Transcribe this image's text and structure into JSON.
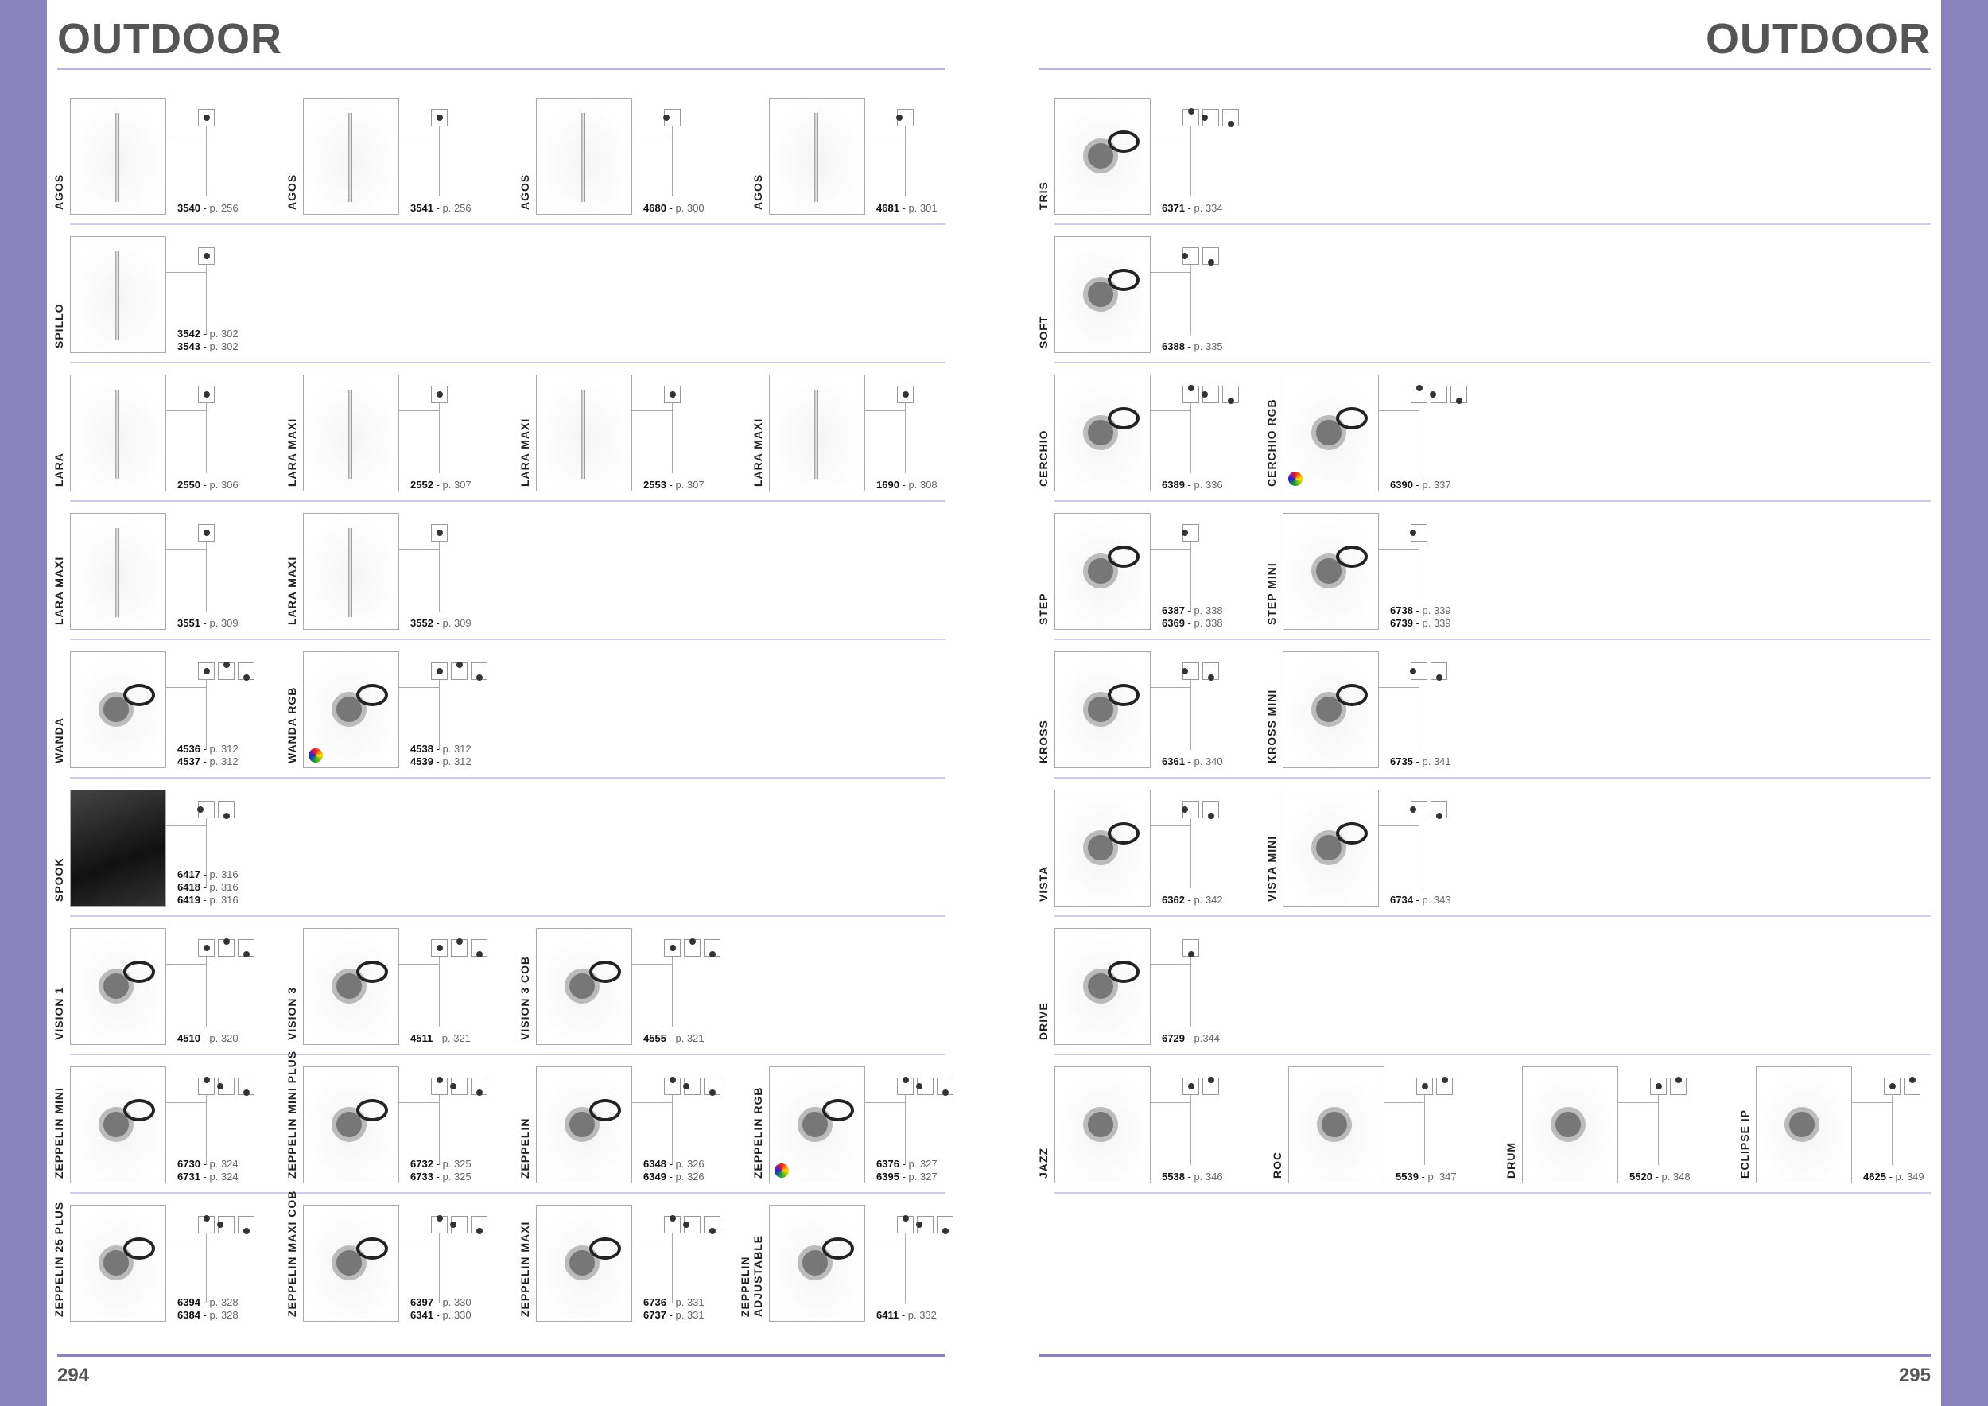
{
  "left_page": {
    "title": "OUTDOOR",
    "page_number": "294",
    "rows": [
      [
        {
          "name": "AGOS",
          "icons": [
            "dot-center"
          ],
          "codes": [
            {
              "code": "3540",
              "page": "p. 256"
            }
          ]
        },
        {
          "name": "AGOS",
          "icons": [
            "dot-center"
          ],
          "codes": [
            {
              "code": "3541",
              "page": "p. 256"
            }
          ]
        },
        {
          "name": "AGOS",
          "icons": [
            "dot-side"
          ],
          "codes": [
            {
              "code": "4680",
              "page": "p. 300"
            }
          ]
        },
        {
          "name": "AGOS",
          "icons": [
            "dot-side"
          ],
          "codes": [
            {
              "code": "4681",
              "page": "p. 301"
            }
          ]
        }
      ],
      [
        {
          "name": "SPILLO",
          "icons": [
            "dot-center"
          ],
          "codes": [
            {
              "code": "3542",
              "page": "p. 302"
            },
            {
              "code": "3543",
              "page": "p. 302"
            }
          ]
        }
      ],
      [
        {
          "name": "LARA",
          "icons": [
            "dot-center"
          ],
          "codes": [
            {
              "code": "2550",
              "page": "p. 306"
            }
          ]
        },
        {
          "name": "LARA MAXI",
          "icons": [
            "dot-center"
          ],
          "codes": [
            {
              "code": "2552",
              "page": "p. 307"
            }
          ]
        },
        {
          "name": "LARA MAXI",
          "icons": [
            "dot-center"
          ],
          "codes": [
            {
              "code": "2553",
              "page": "p. 307"
            }
          ]
        },
        {
          "name": "LARA MAXI",
          "icons": [
            "dot-center"
          ],
          "codes": [
            {
              "code": "1690",
              "page": "p. 308"
            }
          ]
        }
      ],
      [
        {
          "name": "LARA MAXI",
          "icons": [
            "dot-center"
          ],
          "codes": [
            {
              "code": "3551",
              "page": "p. 309"
            }
          ]
        },
        {
          "name": "LARA MAXI",
          "icons": [
            "dot-center"
          ],
          "codes": [
            {
              "code": "3552",
              "page": "p. 309"
            }
          ]
        }
      ],
      [
        {
          "name": "WANDA",
          "icons": [
            "dot-center",
            "dot-top",
            "dot-bottom"
          ],
          "codes": [
            {
              "code": "4536",
              "page": "p. 312"
            },
            {
              "code": "4537",
              "page": "p. 312"
            }
          ]
        },
        {
          "name": "WANDA RGB",
          "rgb": true,
          "icons": [
            "dot-center",
            "dot-top",
            "dot-bottom"
          ],
          "codes": [
            {
              "code": "4538",
              "page": "p. 312"
            },
            {
              "code": "4539",
              "page": "p. 312"
            }
          ]
        }
      ],
      [
        {
          "name": "SPOOK",
          "dark": true,
          "icons": [
            "dot-side",
            "dot-bottom"
          ],
          "codes": [
            {
              "code": "6417",
              "page": "p. 316"
            },
            {
              "code": "6418",
              "page": "p. 316"
            },
            {
              "code": "6419",
              "page": "p. 316"
            }
          ]
        }
      ],
      [
        {
          "name": "VISION 1",
          "icons": [
            "dot-center",
            "dot-top",
            "dot-bottom"
          ],
          "codes": [
            {
              "code": "4510",
              "page": "p. 320"
            }
          ]
        },
        {
          "name": "VISION 3",
          "icons": [
            "dot-center",
            "dot-top",
            "dot-bottom"
          ],
          "codes": [
            {
              "code": "4511",
              "page": "p. 321"
            }
          ]
        },
        {
          "name": "VISION 3 COB",
          "icons": [
            "dot-center",
            "dot-top",
            "dot-bottom"
          ],
          "codes": [
            {
              "code": "4555",
              "page": "p. 321"
            }
          ]
        }
      ],
      [
        {
          "name": "ZEPPELIN MINI",
          "icons": [
            "dot-top",
            "dot-side",
            "dot-bottom"
          ],
          "codes": [
            {
              "code": "6730",
              "page": "p. 324"
            },
            {
              "code": "6731",
              "page": "p. 324"
            }
          ]
        },
        {
          "name": "ZEPPELIN MINI PLUS",
          "icons": [
            "dot-top",
            "dot-side",
            "dot-bottom"
          ],
          "codes": [
            {
              "code": "6732",
              "page": "p. 325"
            },
            {
              "code": "6733",
              "page": "p. 325"
            }
          ]
        },
        {
          "name": "ZEPPELIN",
          "icons": [
            "dot-top",
            "dot-side",
            "dot-bottom"
          ],
          "codes": [
            {
              "code": "6348",
              "page": "p. 326"
            },
            {
              "code": "6349",
              "page": "p. 326"
            }
          ]
        },
        {
          "name": "ZEPPELIN RGB",
          "rgb": true,
          "icons": [
            "dot-top",
            "dot-side",
            "dot-bottom"
          ],
          "codes": [
            {
              "code": "6376",
              "page": "p. 327"
            },
            {
              "code": "6395",
              "page": "p. 327"
            }
          ]
        }
      ],
      [
        {
          "name": "ZEPPELIN 25 PLUS",
          "icons": [
            "dot-top",
            "dot-side",
            "dot-bottom"
          ],
          "codes": [
            {
              "code": "6394",
              "page": "p. 328"
            },
            {
              "code": "6384",
              "page": "p. 328"
            }
          ]
        },
        {
          "name": "ZEPPELIN MAXI COB",
          "icons": [
            "dot-top",
            "dot-side",
            "dot-bottom"
          ],
          "codes": [
            {
              "code": "6397",
              "page": "p. 330"
            },
            {
              "code": "6341",
              "page": "p. 330"
            }
          ]
        },
        {
          "name": "ZEPPELIN MAXI",
          "icons": [
            "dot-top",
            "dot-side",
            "dot-bottom"
          ],
          "codes": [
            {
              "code": "6736",
              "page": "p. 331"
            },
            {
              "code": "6737",
              "page": "p. 331"
            }
          ]
        },
        {
          "name": "ZEPPELIN ADJUSTABLE",
          "icons": [
            "dot-top",
            "dot-side",
            "dot-bottom"
          ],
          "codes": [
            {
              "code": "6411",
              "page": "p. 332"
            }
          ]
        }
      ]
    ]
  },
  "right_page": {
    "title": "OUTDOOR",
    "page_number": "295",
    "rows": [
      [
        {
          "name": "TRIS",
          "icons": [
            "dot-top",
            "dot-side",
            "dot-bottom"
          ],
          "codes": [
            {
              "code": "6371",
              "page": "p. 334"
            }
          ]
        }
      ],
      [
        {
          "name": "SOFT",
          "icons": [
            "dot-side",
            "dot-bottom"
          ],
          "codes": [
            {
              "code": "6388",
              "page": "p. 335"
            }
          ]
        }
      ],
      [
        {
          "name": "CERCHIO",
          "icons": [
            "dot-top",
            "dot-side",
            "dot-bottom"
          ],
          "codes": [
            {
              "code": "6389",
              "page": "p. 336"
            }
          ]
        },
        {
          "name": "CERCHIO RGB",
          "rgb": true,
          "icons": [
            "dot-top",
            "dot-side",
            "dot-bottom"
          ],
          "codes": [
            {
              "code": "6390",
              "page": "p. 337"
            }
          ]
        }
      ],
      [
        {
          "name": "STEP",
          "icons": [
            "dot-side"
          ],
          "codes": [
            {
              "code": "6387",
              "page": "p. 338"
            },
            {
              "code": "6369",
              "page": "p. 338"
            }
          ]
        },
        {
          "name": "STEP MINI",
          "icons": [
            "dot-side"
          ],
          "codes": [
            {
              "code": "6738",
              "page": "p. 339"
            },
            {
              "code": "6739",
              "page": "p. 339"
            }
          ]
        }
      ],
      [
        {
          "name": "KROSS",
          "icons": [
            "dot-side",
            "dot-bottom"
          ],
          "codes": [
            {
              "code": "6361",
              "page": "p. 340"
            }
          ]
        },
        {
          "name": "KROSS MINI",
          "icons": [
            "dot-side",
            "dot-bottom"
          ],
          "codes": [
            {
              "code": "6735",
              "page": "p. 341"
            }
          ]
        }
      ],
      [
        {
          "name": "VISTA",
          "icons": [
            "dot-side",
            "dot-bottom"
          ],
          "codes": [
            {
              "code": "6362",
              "page": "p. 342"
            }
          ]
        },
        {
          "name": "VISTA MINI",
          "icons": [
            "dot-side",
            "dot-bottom"
          ],
          "codes": [
            {
              "code": "6734",
              "page": "p. 343"
            }
          ]
        }
      ],
      [
        {
          "name": "DRIVE",
          "icons": [
            "dot-bottom"
          ],
          "codes": [
            {
              "code": "6729",
              "page": "p.344"
            }
          ]
        }
      ],
      [
        {
          "name": "JAZZ",
          "icons": [
            "dot-center",
            "dot-top"
          ],
          "codes": [
            {
              "code": "5538",
              "page": "p. 346"
            }
          ]
        },
        {
          "name": "ROC",
          "icons": [
            "dot-center",
            "dot-top"
          ],
          "codes": [
            {
              "code": "5539",
              "page": "p. 347"
            }
          ]
        },
        {
          "name": "DRUM",
          "icons": [
            "dot-center",
            "dot-top"
          ],
          "codes": [
            {
              "code": "5520",
              "page": "p. 348"
            }
          ]
        },
        {
          "name": "ECLIPSE IP",
          "icons": [
            "dot-center",
            "dot-top"
          ],
          "codes": [
            {
              "code": "4625",
              "page": "p. 349"
            }
          ]
        }
      ]
    ]
  }
}
